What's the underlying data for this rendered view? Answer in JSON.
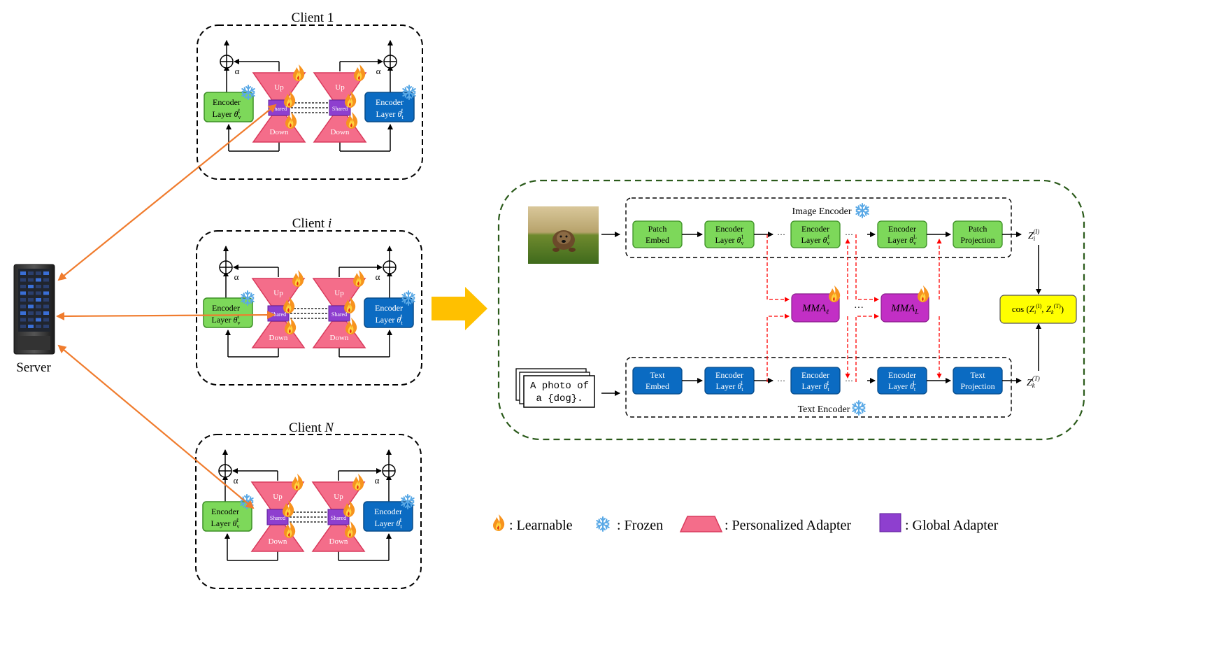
{
  "server": {
    "label": "Server"
  },
  "clients": [
    {
      "title": "Client 1"
    },
    {
      "title": "Client i"
    },
    {
      "title": "Client N"
    }
  ],
  "client_block": {
    "alpha": "α",
    "up": "Up",
    "down": "Down",
    "shared": "Shared",
    "encoder": "Encoder",
    "layer": "Layer",
    "theta_v": "θvℓ",
    "theta_t": "θtℓ"
  },
  "image_encoder": {
    "title": "Image Encoder",
    "blocks": [
      {
        "line1": "Patch",
        "line2": "Embed"
      },
      {
        "line1": "Encoder",
        "line2": "Layer θv1"
      },
      {
        "line1": "Encoder",
        "line2": "Layer θvℓ"
      },
      {
        "line1": "Encoder",
        "line2": "Layer θvL"
      },
      {
        "line1": "Patch",
        "line2": "Projection"
      }
    ],
    "output": "Zi(I)"
  },
  "text_encoder": {
    "title": "Text Encoder",
    "blocks": [
      {
        "line1": "Text",
        "line2": "Embed"
      },
      {
        "line1": "Encoder",
        "line2": "Layer θt1"
      },
      {
        "line1": "Encoder",
        "line2": "Layer θtℓ"
      },
      {
        "line1": "Encoder",
        "line2": "Layer θtL"
      },
      {
        "line1": "Text",
        "line2": "Projection"
      }
    ],
    "output": "Zk(T)"
  },
  "mma": [
    {
      "label": "MMAℓ"
    },
    {
      "label": "MMAL"
    }
  ],
  "ellipsis": "···",
  "text_prompt": {
    "line1": "A photo of",
    "line2": "a {dog}."
  },
  "similarity": "cos (Zi(I), Zk(T))",
  "legend": [
    {
      "icon": "flame-icon",
      "label": ": Learnable"
    },
    {
      "icon": "snowflake-icon",
      "label": ": Frozen"
    },
    {
      "icon": "trapezoid-icon",
      "label": ": Personalized Adapter"
    },
    {
      "icon": "square-icon",
      "label": ": Global Adapter"
    }
  ],
  "colors": {
    "green": "#7dd85a",
    "blue": "#0b6bc2",
    "pink": "#f46d8a",
    "purple": "#8e3fcf",
    "magenta": "#c22fc5",
    "yellow": "#ffff00",
    "orange_arrow": "#f07c2e",
    "red_dashed": "#ff0000",
    "big_arrow": "#ffc000",
    "panel_border": "#2a5a1a"
  }
}
